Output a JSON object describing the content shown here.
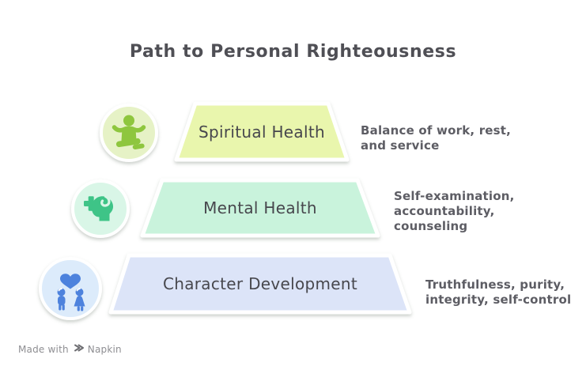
{
  "title": "Path to Personal Righteousness",
  "levels": [
    {
      "label": "Spiritual Health",
      "annotation_lines": [
        "Balance of work, rest,",
        "and service"
      ],
      "colors": {
        "fill": "#e9f6ad",
        "icon_bg": "#e6f2c6",
        "icon": "#8ec63e"
      }
    },
    {
      "label": "Mental Health",
      "annotation_lines": [
        "Self-examination,",
        "accountability,",
        "counseling"
      ],
      "colors": {
        "fill": "#c9f3dc",
        "icon_bg": "#d9f6e7",
        "icon": "#3ec487"
      }
    },
    {
      "label": "Character Development",
      "annotation_lines": [
        "Truthfulness, purity,",
        "integrity, self-control"
      ],
      "colors": {
        "fill": "#dce4f8",
        "icon_bg": "#dcebfb",
        "icon": "#4d82dd"
      }
    }
  ],
  "footer": {
    "made_with": "Made with",
    "brand": "Napkin"
  },
  "theme": {
    "background": "#ffffff",
    "title_color": "#4f4f55",
    "label_color": "#47474d",
    "annotation_color": "#5d5d64",
    "footer_color": "#8e8e92"
  }
}
